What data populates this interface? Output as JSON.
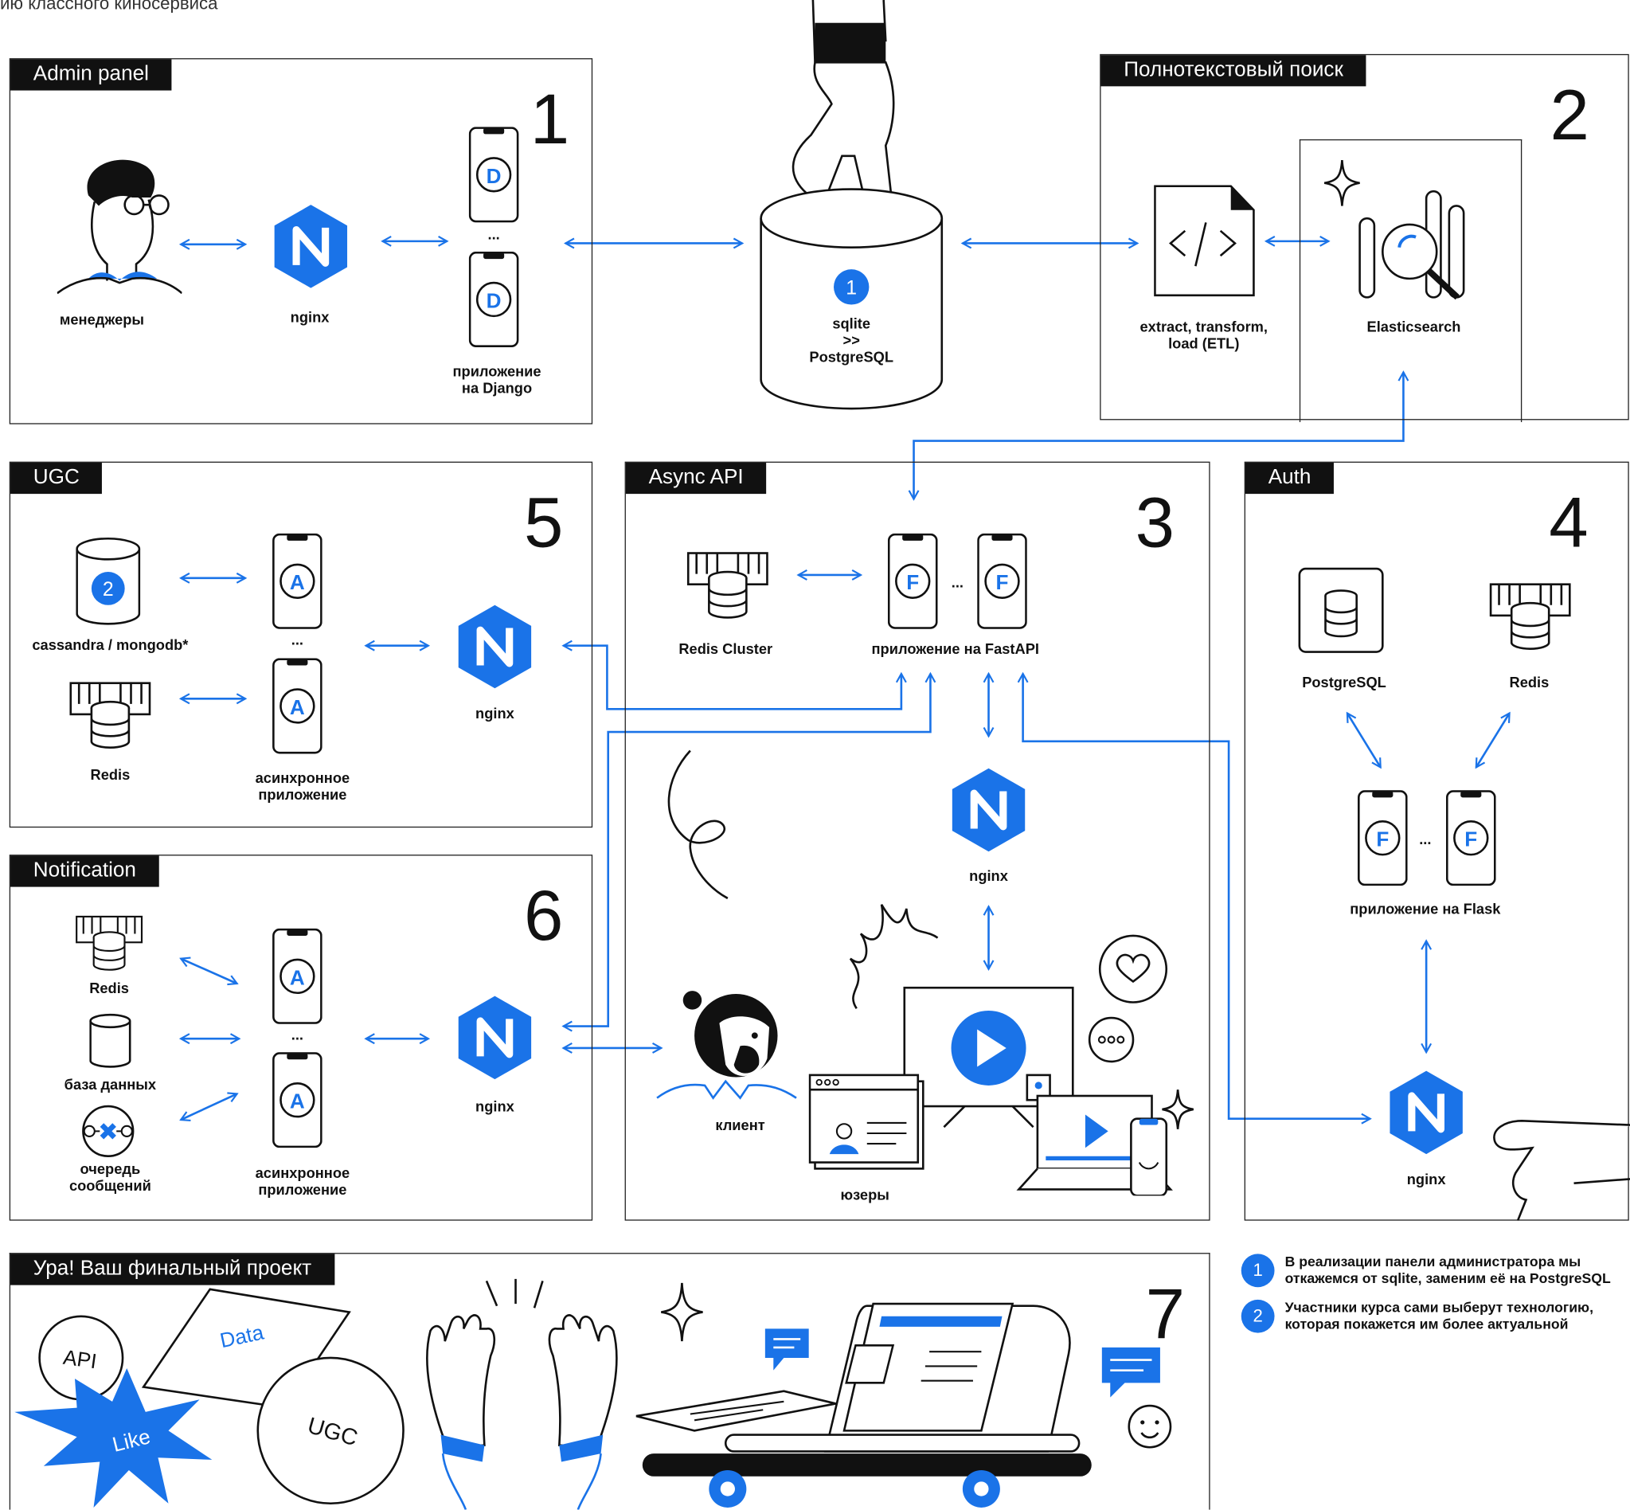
{
  "top_caption": "ию классного киносервиса",
  "colors": {
    "accent": "#1a73e8",
    "ink": "#111111"
  },
  "panels": {
    "admin": {
      "title": "Admin panel",
      "number": "1"
    },
    "search": {
      "title": "Полнотекстовый поиск",
      "number": "2"
    },
    "ugc": {
      "title": "UGC",
      "number": "5"
    },
    "async": {
      "title": "Async API",
      "number": "3"
    },
    "auth": {
      "title": "Auth",
      "number": "4"
    },
    "notification": {
      "title": "Notification",
      "number": "6"
    },
    "final": {
      "title": "Ура! Ваш финальный проект",
      "number": "7"
    }
  },
  "labels": {
    "managers": "менеджеры",
    "nginx": "nginx",
    "django_app_l1": "приложение",
    "django_app_l2": "на Django",
    "sqlite": "sqlite",
    "sqlite_arrow": ">>",
    "postgres": "PostgreSQL",
    "etl_l1": "extract, transform,",
    "etl_l2": "load (ETL)",
    "elasticsearch": "Elasticsearch",
    "cassandra": "cassandra / mongodb*",
    "redis": "Redis",
    "async_app_l1": "асинхронное",
    "async_app_l2": "приложение",
    "redis_cluster": "Redis Cluster",
    "fastapi_app": "приложение на FastAPI",
    "flask_app": "приложение на Flask",
    "database": "база данных",
    "queue_l1": "очередь",
    "queue_l2": "сообщений",
    "client": "клиент",
    "users": "юзеры",
    "ellipsis": "..."
  },
  "app_letters": {
    "django": "D",
    "async": "A",
    "fastapi": "F",
    "flask": "F",
    "nginx": "N"
  },
  "badges": {
    "db1": "1",
    "db2": "2"
  },
  "final_words": {
    "api": "API",
    "data": "Data",
    "like": "Like",
    "ugc": "UGC"
  },
  "notes": [
    {
      "marker": "1",
      "text": "В реализации панели администратора мы откажемся от sqlite, заменим её на PostgreSQL"
    },
    {
      "marker": "2",
      "text": "Участники курса сами выберут технологию, которая покажется им более актуальной"
    }
  ],
  "icons": [
    "person-icon",
    "nginx-icon",
    "phone-app-icon",
    "database-icon",
    "hand-icon",
    "code-file-icon",
    "elasticsearch-icon",
    "redis-icon",
    "queue-icon",
    "tv-play-icon",
    "heart-icon",
    "chat-dots-icon",
    "laptop-icon",
    "sparkle-icon",
    "high-five-icon",
    "skateboard-laptop-icon",
    "smile-icon"
  ]
}
